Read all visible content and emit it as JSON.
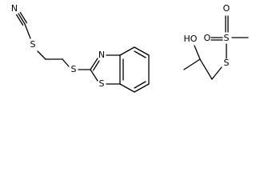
{
  "diagram": {
    "molecule_left": {
      "atoms": [
        {
          "id": "n1",
          "label": "N"
        },
        {
          "id": "s1",
          "label": "S"
        },
        {
          "id": "s2",
          "label": "S"
        },
        {
          "id": "n2",
          "label": "N"
        },
        {
          "id": "s3",
          "label": "S"
        }
      ]
    },
    "molecule_right": {
      "atoms": [
        {
          "id": "o1",
          "label": "O"
        },
        {
          "id": "o2",
          "label": "O"
        },
        {
          "id": "s4",
          "label": "S"
        },
        {
          "id": "s5",
          "label": "S"
        },
        {
          "id": "oh",
          "label": "HO"
        }
      ]
    }
  }
}
